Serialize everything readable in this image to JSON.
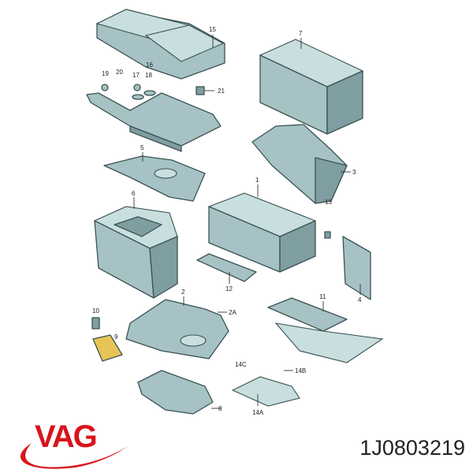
{
  "brand": {
    "name": "VAG",
    "color": "#d8141c"
  },
  "part_number": "1J0803219",
  "diagram": {
    "fill_color": "#a6c2c4",
    "callouts": [
      "15",
      "7",
      "16",
      "19",
      "20",
      "17",
      "18",
      "21",
      "5",
      "3",
      "1",
      "6",
      "13",
      "12",
      "11",
      "4",
      "10",
      "9",
      "2",
      "2A",
      "14C",
      "14B",
      "8",
      "14A"
    ]
  }
}
